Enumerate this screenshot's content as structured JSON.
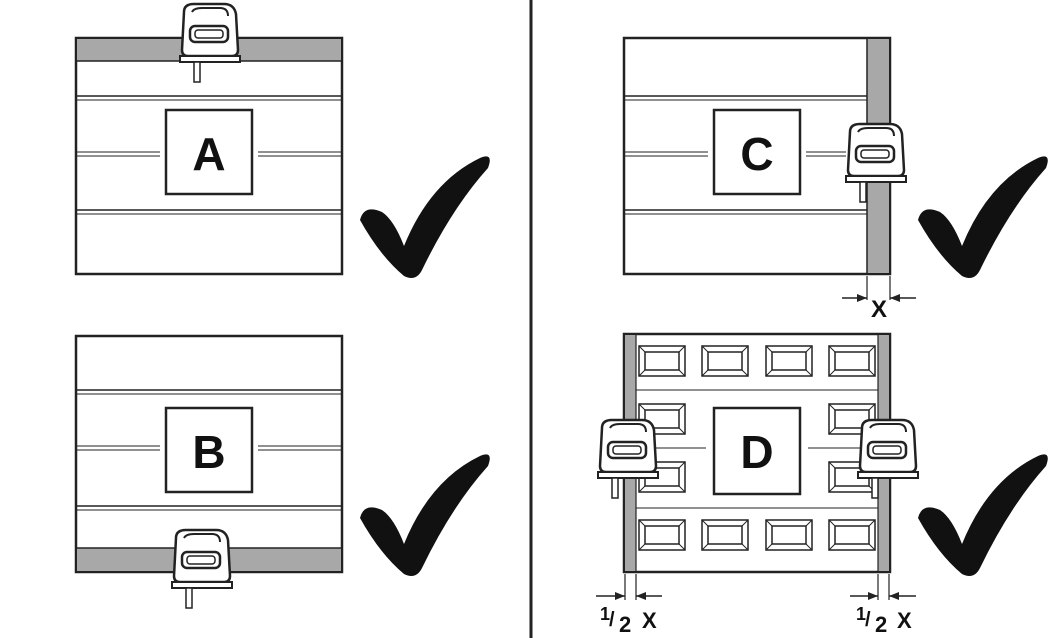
{
  "panels": [
    {
      "id": "A",
      "label": "A",
      "cut": "top",
      "status": "check"
    },
    {
      "id": "B",
      "label": "B",
      "cut": "bottom",
      "status": "check"
    },
    {
      "id": "C",
      "label": "C",
      "cut": "right",
      "status": "check",
      "dimension": "X"
    },
    {
      "id": "D",
      "label": "D",
      "cut": "both-sides",
      "status": "check",
      "dimension_left": {
        "num": "1",
        "den": "2",
        "var": "X"
      },
      "dimension_right": {
        "num": "1",
        "den": "2",
        "var": "X"
      }
    }
  ],
  "colors": {
    "line": "#222222",
    "cut_band": "#a8a8a8",
    "check": "#111111",
    "panel": "#ffffff"
  },
  "icons": [
    "jigsaw-icon",
    "checkmark-icon"
  ]
}
